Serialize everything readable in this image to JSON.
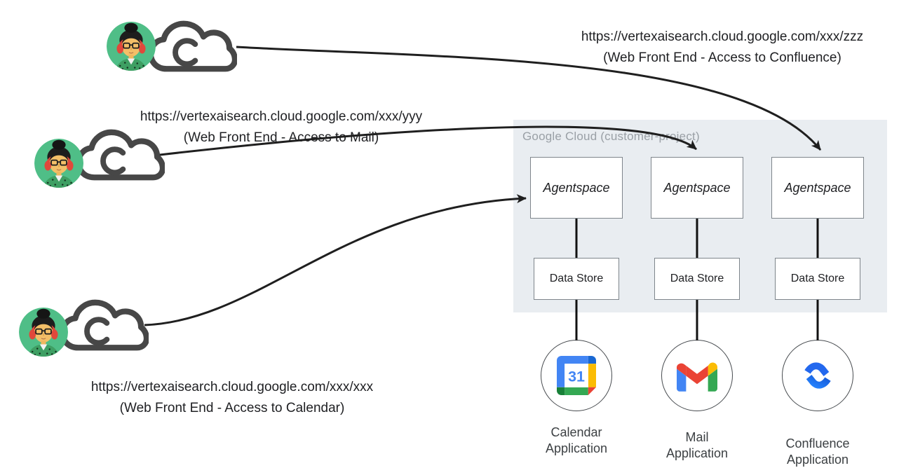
{
  "region": {
    "label": "Google Cloud (customer-project)"
  },
  "users": [
    {
      "name": "confluence-user",
      "url": "https://vertexaisearch.cloud.google.com/xxx/zzz",
      "caption": "(Web Front End - Access to Confluence)"
    },
    {
      "name": "mail-user",
      "url": "https://vertexaisearch.cloud.google.com/xxx/yyy",
      "caption": "(Web Front End - Access to Mail)"
    },
    {
      "name": "calendar-user",
      "url": "https://vertexaisearch.cloud.google.com/xxx/xxx",
      "caption": "(Web Front End - Access to Calendar)"
    }
  ],
  "columns": [
    {
      "agent_label": "Agentspace",
      "store_label": "Data Store",
      "app_name_line1": "Calendar",
      "app_name_line2": "Application",
      "app_icon": "google-calendar-icon"
    },
    {
      "agent_label": "Agentspace",
      "store_label": "Data Store",
      "app_name_line1": "Mail",
      "app_name_line2": "Application",
      "app_icon": "gmail-icon"
    },
    {
      "agent_label": "Agentspace",
      "store_label": "Data Store",
      "app_name_line1": "Confluence",
      "app_name_line2": "Application",
      "app_icon": "confluence-icon"
    }
  ],
  "icons": {
    "calendar_day": "31"
  },
  "colors": {
    "region_bg": "#e9edf1",
    "region_label": "#9aa0a6",
    "box_border": "#7e858b",
    "arrow": "#1f1f1f",
    "cloud_outline": "#474747",
    "avatar_bg": "#4fbe87",
    "headphones_red": "#e0483b",
    "google_blue": "#4285F4",
    "google_blue_dark": "#1967D2",
    "google_red": "#EA4335",
    "google_yellow": "#FBBC04",
    "google_green": "#34A853",
    "google_green_dark": "#188038",
    "confluence_blue": "#2368EE"
  }
}
